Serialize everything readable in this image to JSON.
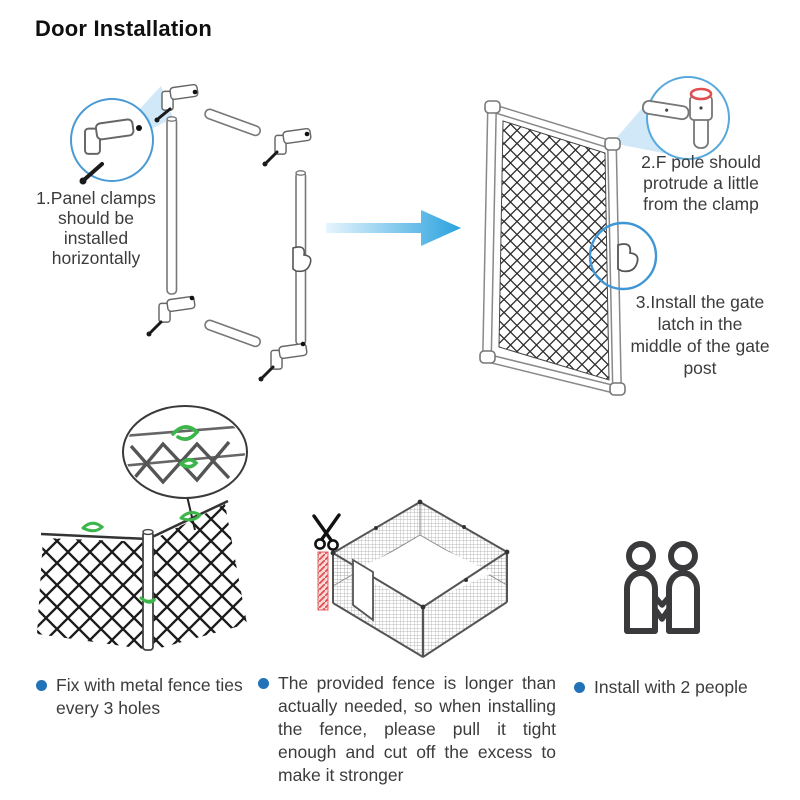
{
  "title": "Door Installation",
  "steps": [
    {
      "lines": [
        "1.Panel clamps",
        "should be",
        "installed",
        "horizontally"
      ]
    },
    {
      "lines": [
        "2.F pole should",
        "protrude a little",
        "from the clamp"
      ]
    },
    {
      "lines": [
        "3.Install the gate",
        "latch in the",
        "middle of the gate",
        "post"
      ]
    }
  ],
  "notes": [
    {
      "text": "Fix with metal fence ties every 3 holes"
    },
    {
      "text": "The provided fence is longer than actually needed, so when installing the fence, please pull it tight enough and cut off the excess to make it stronger"
    },
    {
      "text": "Install with 2 people"
    }
  ],
  "icons": {
    "arrow": "arrow-right-icon",
    "scissors": "scissors-icon",
    "two_people": "two-people-icon",
    "magnifier_circles": "magnifier-circle"
  },
  "colors": {
    "bullet_blue": "#2272b8",
    "arrow_blue": "#2aa2de",
    "magnifier_blue": "#4a9ad4",
    "highlight_red": "#e04f4f",
    "tie_green": "#3cb54a",
    "line_art_gray": "#666666",
    "text_dark": "#3c3c3c"
  }
}
